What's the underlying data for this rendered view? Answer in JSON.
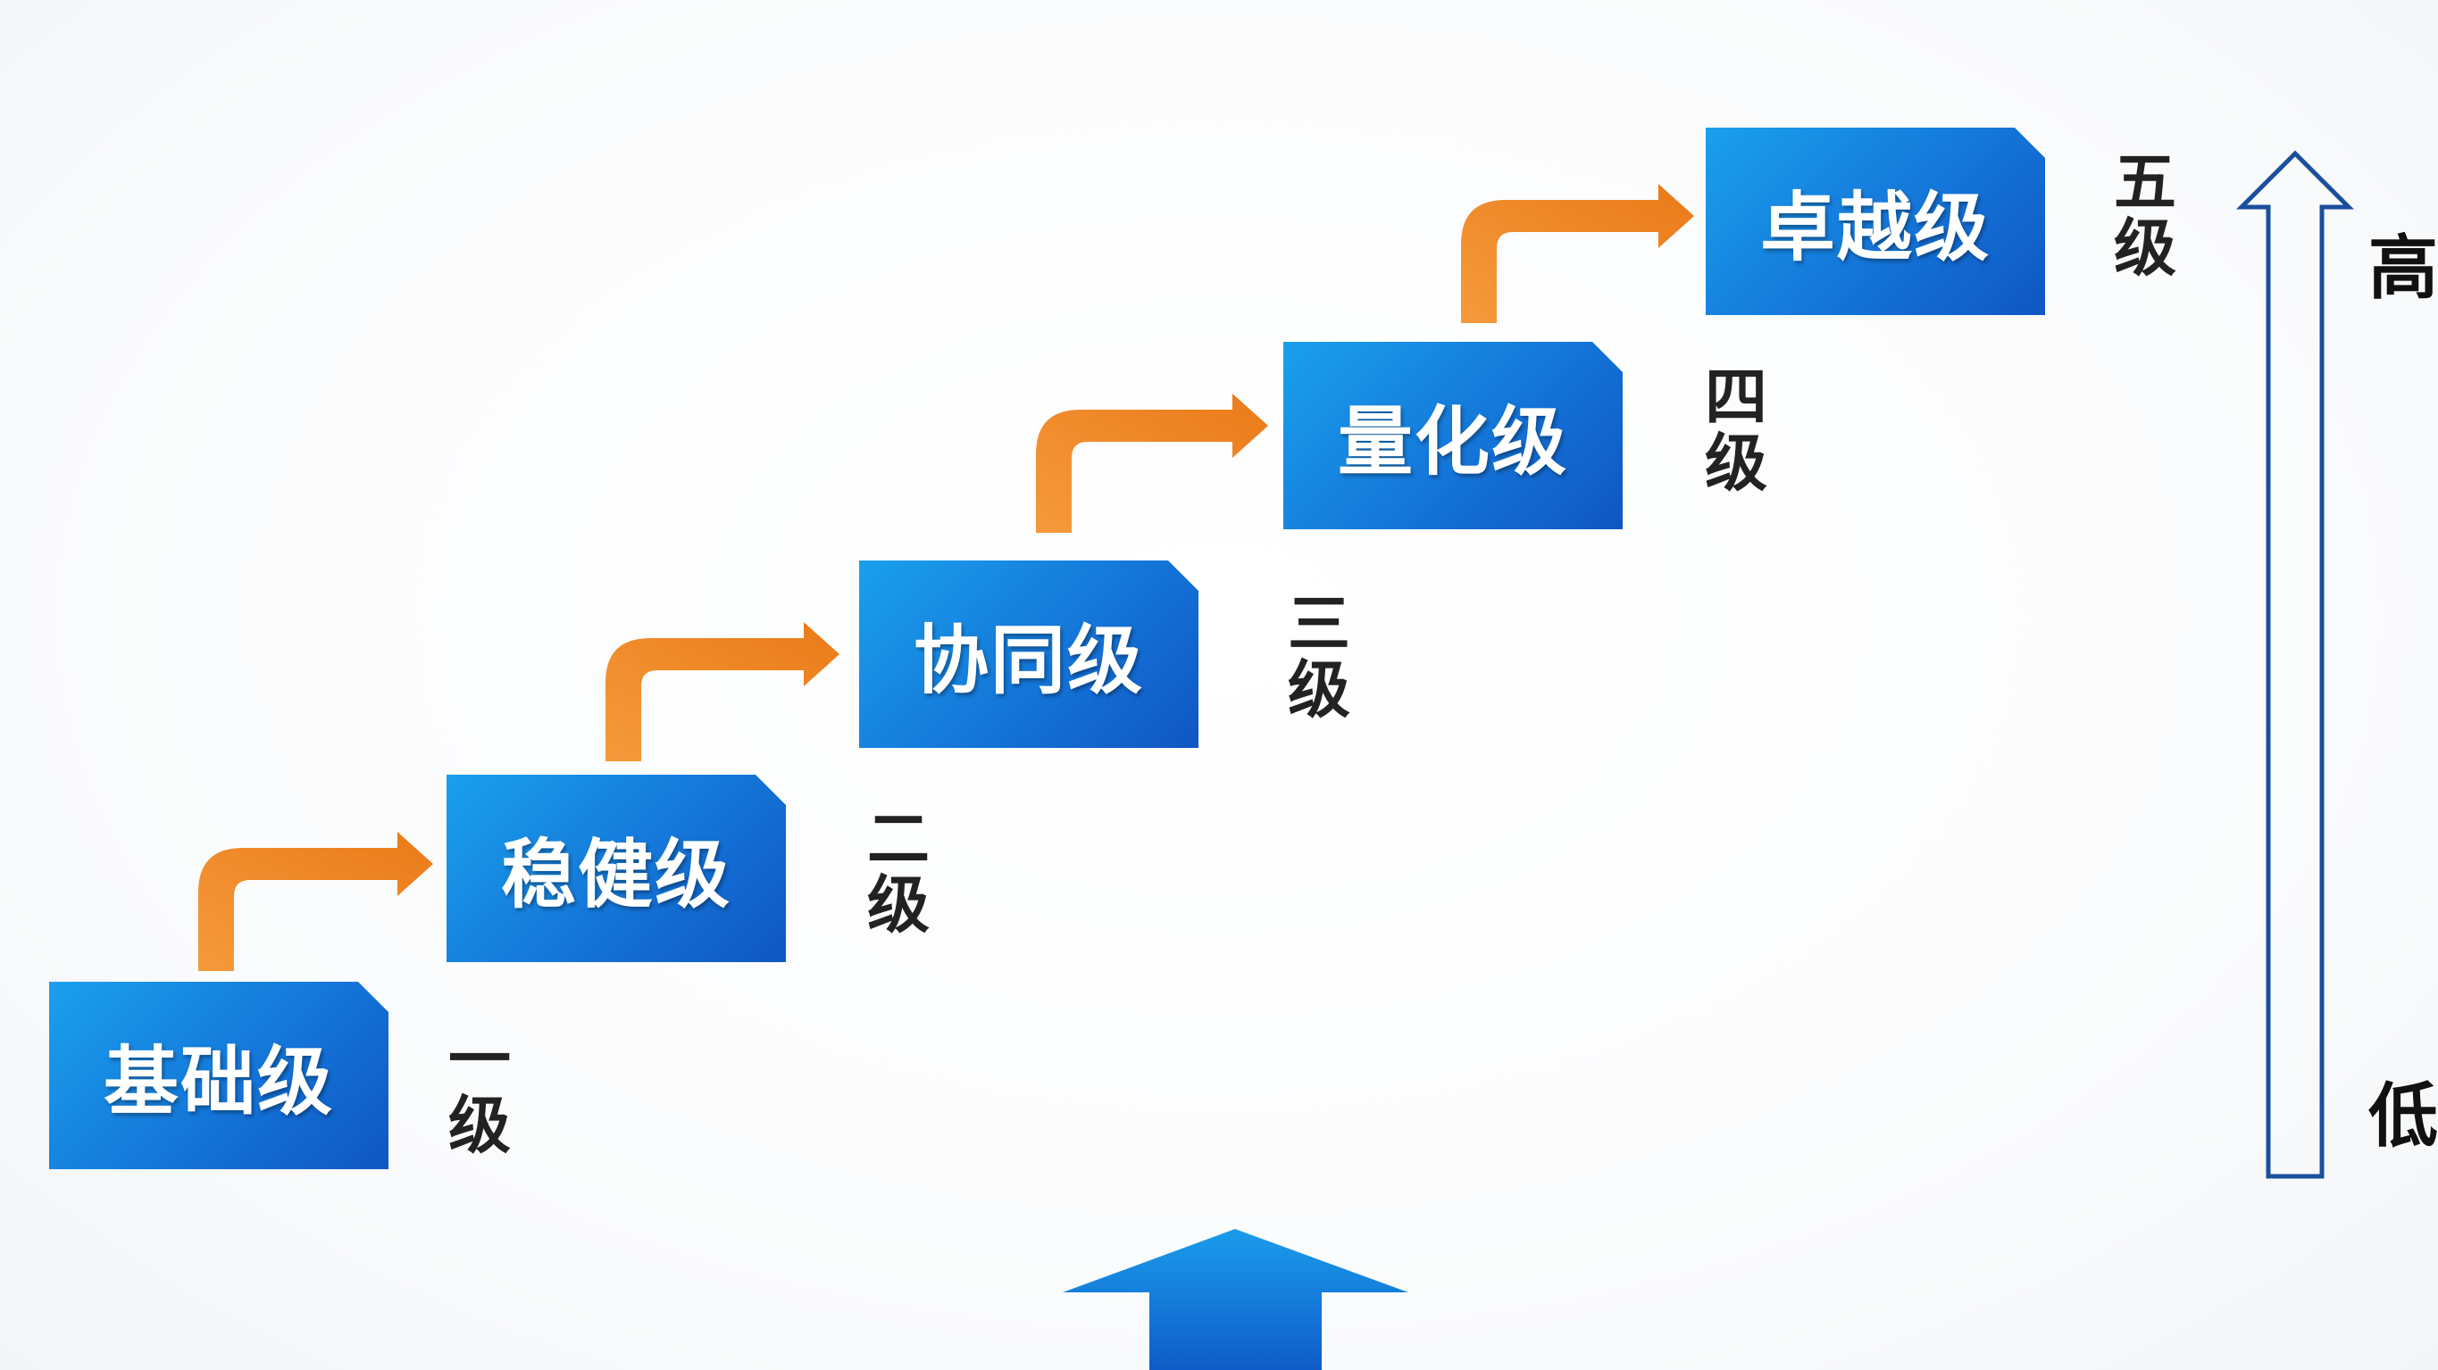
{
  "levels": [
    {
      "name": "基础级",
      "tag_top": "一",
      "tag_bottom": "级"
    },
    {
      "name": "稳健级",
      "tag_top": "二",
      "tag_bottom": "级"
    },
    {
      "name": "协同级",
      "tag_top": "三",
      "tag_bottom": "级"
    },
    {
      "name": "量化级",
      "tag_top": "四",
      "tag_bottom": "级"
    },
    {
      "name": "卓越级",
      "tag_top": "五",
      "tag_bottom": "级"
    }
  ],
  "scale": {
    "high": "高",
    "low": "低"
  },
  "colors": {
    "box": "#1476d9",
    "step_arrow": "#f08a24",
    "scale_arrow": "#1a4f9c",
    "bottom_arrow": "#1476d9"
  }
}
